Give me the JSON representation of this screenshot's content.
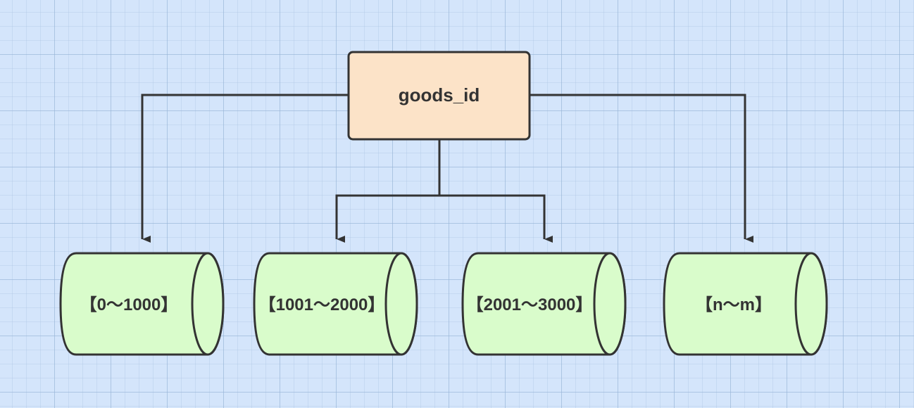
{
  "root": {
    "label": "goods_id",
    "fill": "#fce3c8"
  },
  "shards": [
    {
      "label": "【0～1000】"
    },
    {
      "label": "【1001～2000】"
    },
    {
      "label": "【2001～3000】"
    },
    {
      "label": "【n～m】"
    }
  ],
  "colors": {
    "cylinder_fill": "#d9fccb",
    "stroke": "#333333"
  }
}
